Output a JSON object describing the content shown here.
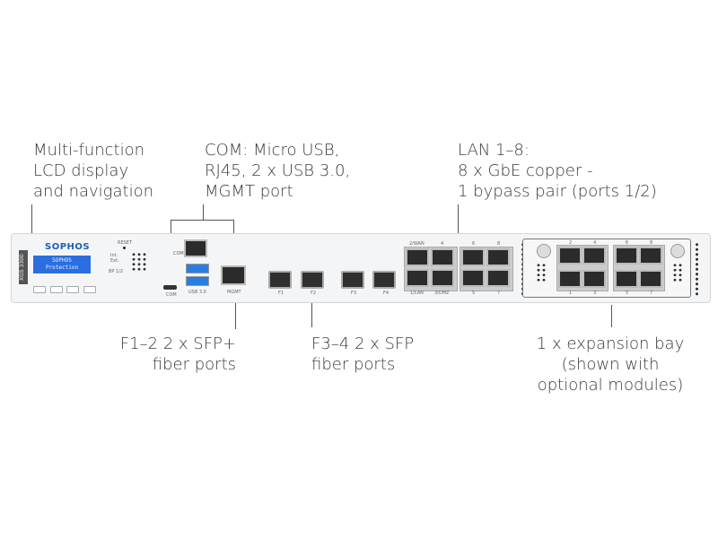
{
  "callouts": {
    "lcd": [
      "Multi-function",
      "LCD display",
      "and navigation"
    ],
    "com": [
      "COM: Micro USB,",
      "RJ45, 2 x USB 3.0,",
      "MGMT port"
    ],
    "lan": [
      "LAN 1–8:",
      "8 x GbE copper -",
      "1 bypass pair (ports 1/2)"
    ],
    "f12": [
      "F1–2  2 x SFP+",
      "fiber ports"
    ],
    "f34": [
      "F3–4  2 x SFP",
      "fiber ports"
    ],
    "bay": [
      "1 x expansion bay",
      "(shown with",
      "optional modules)"
    ]
  },
  "device": {
    "logo": "SOPHOS",
    "lcd": [
      "SOPHOS",
      "Protection"
    ],
    "model": "XGS 3300",
    "reset": "RESET",
    "leds": [
      "Int.",
      "Ext.",
      "",
      "BP 1/2"
    ],
    "ports": {
      "com": "COM",
      "usb": "USB 3.0",
      "com_rj": "COM",
      "mgmt": "MGMT",
      "f1": "F1",
      "f2": "F2",
      "f3": "F3",
      "f4": "F4",
      "lan_top": [
        "2/WAN",
        "4",
        "6",
        "8"
      ],
      "lan_bottom": [
        "1/LAN",
        "3/DMZ",
        "5",
        "7"
      ],
      "bay_top": [
        "2",
        "4",
        "6",
        "8"
      ],
      "bay_bottom": [
        "1",
        "3",
        "5",
        "7"
      ]
    }
  }
}
